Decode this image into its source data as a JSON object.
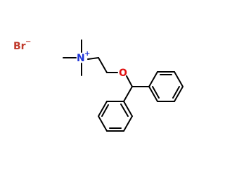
{
  "molecule": {
    "counterion": {
      "symbol": "Br",
      "charge": "−",
      "color": "#c0392b"
    },
    "ammonium": {
      "symbol": "N",
      "charge": "+",
      "color": "#1f35d8"
    },
    "ether": {
      "symbol": "O",
      "color": "#e01010"
    }
  }
}
